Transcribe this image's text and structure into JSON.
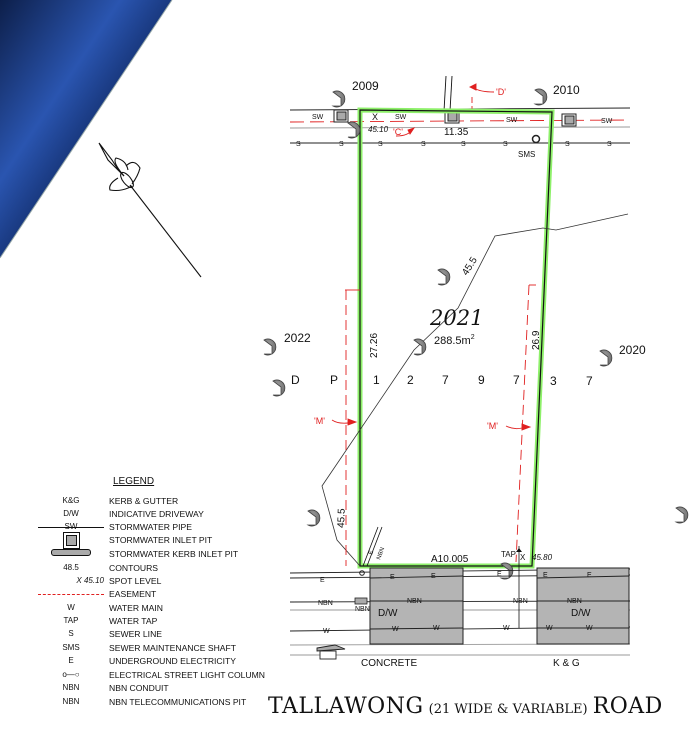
{
  "plan": {
    "lot_number": "2021",
    "lot_area": "288.5m",
    "lot_area_sup": "2",
    "dimensions": {
      "frontage_top": "11.35",
      "left_side": "27.26",
      "right_side": "26.9",
      "frontage_bottom": "A10.005"
    },
    "neighbours": [
      "2009",
      "2010",
      "2022",
      "2020"
    ],
    "deposited_plan": [
      "D",
      "P",
      "1",
      "2",
      "7",
      "9",
      "7",
      "3",
      "7"
    ],
    "contours": [
      "45.5",
      "45.5"
    ],
    "easement_labels": [
      "'C'",
      "'D'",
      "'M'",
      "'M'"
    ],
    "spot_levels": [
      "45.10",
      "45.80"
    ],
    "service_labels": {
      "sms": "SMS",
      "tap": "TAP",
      "nbn_pit": "NBN",
      "driveway_left": "D/W",
      "driveway_right": "D/W",
      "concrete": "CONCRETE",
      "kerb_gutter": "K & G",
      "sw": "SW",
      "s": "S",
      "e": "E",
      "w": "W",
      "nbn": "NBN",
      "x": "X"
    },
    "colors": {
      "lot_boundary": "#8ef06a",
      "easement": "#e02020",
      "driveway": "#b4b4b4",
      "marker": "#8a8a8a"
    }
  },
  "road": {
    "name_left": "TALLAWONG",
    "name_mid": "(21 WIDE & VARIABLE)",
    "name_right": "ROAD"
  },
  "legend": {
    "title": "LEGEND",
    "items": [
      {
        "symbol": "K&G",
        "label": "KERB & GUTTER"
      },
      {
        "symbol": "D/W",
        "label": "INDICATIVE DRIVEWAY"
      },
      {
        "symbol": "SW",
        "label": "STORMWATER PIPE"
      },
      {
        "symbol": "",
        "label": "STORMWATER INLET PIT"
      },
      {
        "symbol": "",
        "label": "STORMWATER KERB INLET PIT"
      },
      {
        "symbol": "48.5",
        "label": "CONTOURS"
      },
      {
        "symbol": "X  45.10",
        "label": "SPOT LEVEL"
      },
      {
        "symbol": "",
        "label": "EASEMENT"
      },
      {
        "symbol": "W",
        "label": "WATER MAIN"
      },
      {
        "symbol": "TAP",
        "label": "WATER TAP"
      },
      {
        "symbol": "S",
        "label": "SEWER LINE"
      },
      {
        "symbol": "SMS",
        "label": "SEWER MAINTENANCE SHAFT"
      },
      {
        "symbol": "E",
        "label": "UNDERGROUND ELECTRICITY"
      },
      {
        "symbol": "",
        "label": "ELECTRICAL STREET LIGHT COLUMN"
      },
      {
        "symbol": "NBN",
        "label": "NBN CONDUIT"
      },
      {
        "symbol": "NBN",
        "label": "NBN TELECOMMUNICATIONS PIT"
      }
    ]
  }
}
